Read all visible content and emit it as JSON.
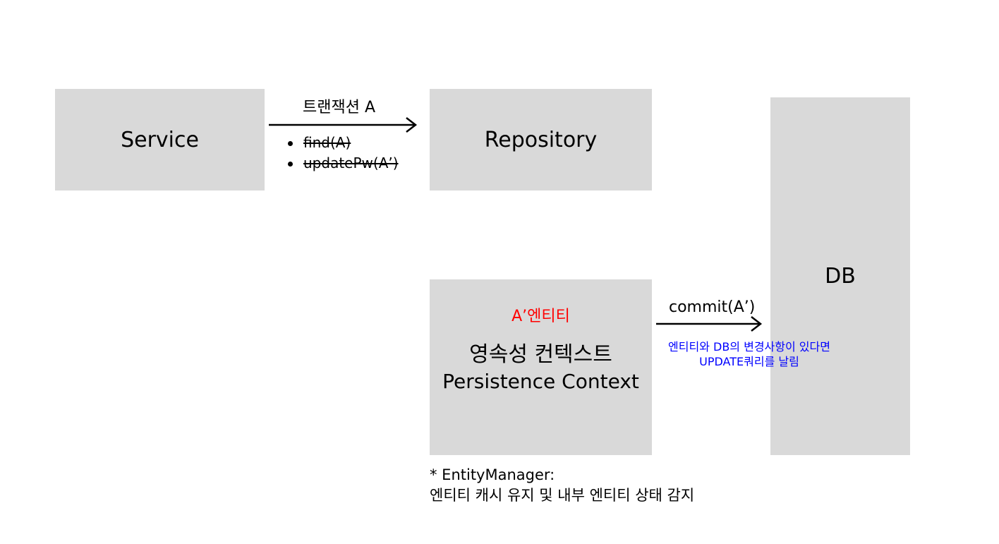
{
  "service": {
    "label": "Service"
  },
  "repository": {
    "label": "Repository"
  },
  "db": {
    "label": "DB"
  },
  "transaction": {
    "label": "트랜잭션 A",
    "operations": [
      "find(A)",
      "updatePw(A’)"
    ]
  },
  "persistence_context": {
    "entity_label": "A’엔티티",
    "title_ko": "영속성 컨텍스트",
    "title_en": "Persistence Context"
  },
  "commit": {
    "label": "commit(A’)",
    "note_line1": "엔티티와 DB의 변경사항이 있다면",
    "note_line2": "UPDATE쿼리를 날림"
  },
  "footnote": {
    "line1": "* EntityManager:",
    "line2": "엔티티 캐시 유지 및 내부 엔티티 상태 감지"
  },
  "colors": {
    "box_fill": "#d9d9d9",
    "entity_label": "#ff0000",
    "commit_note": "#0000ff",
    "arrow": "#000000"
  }
}
